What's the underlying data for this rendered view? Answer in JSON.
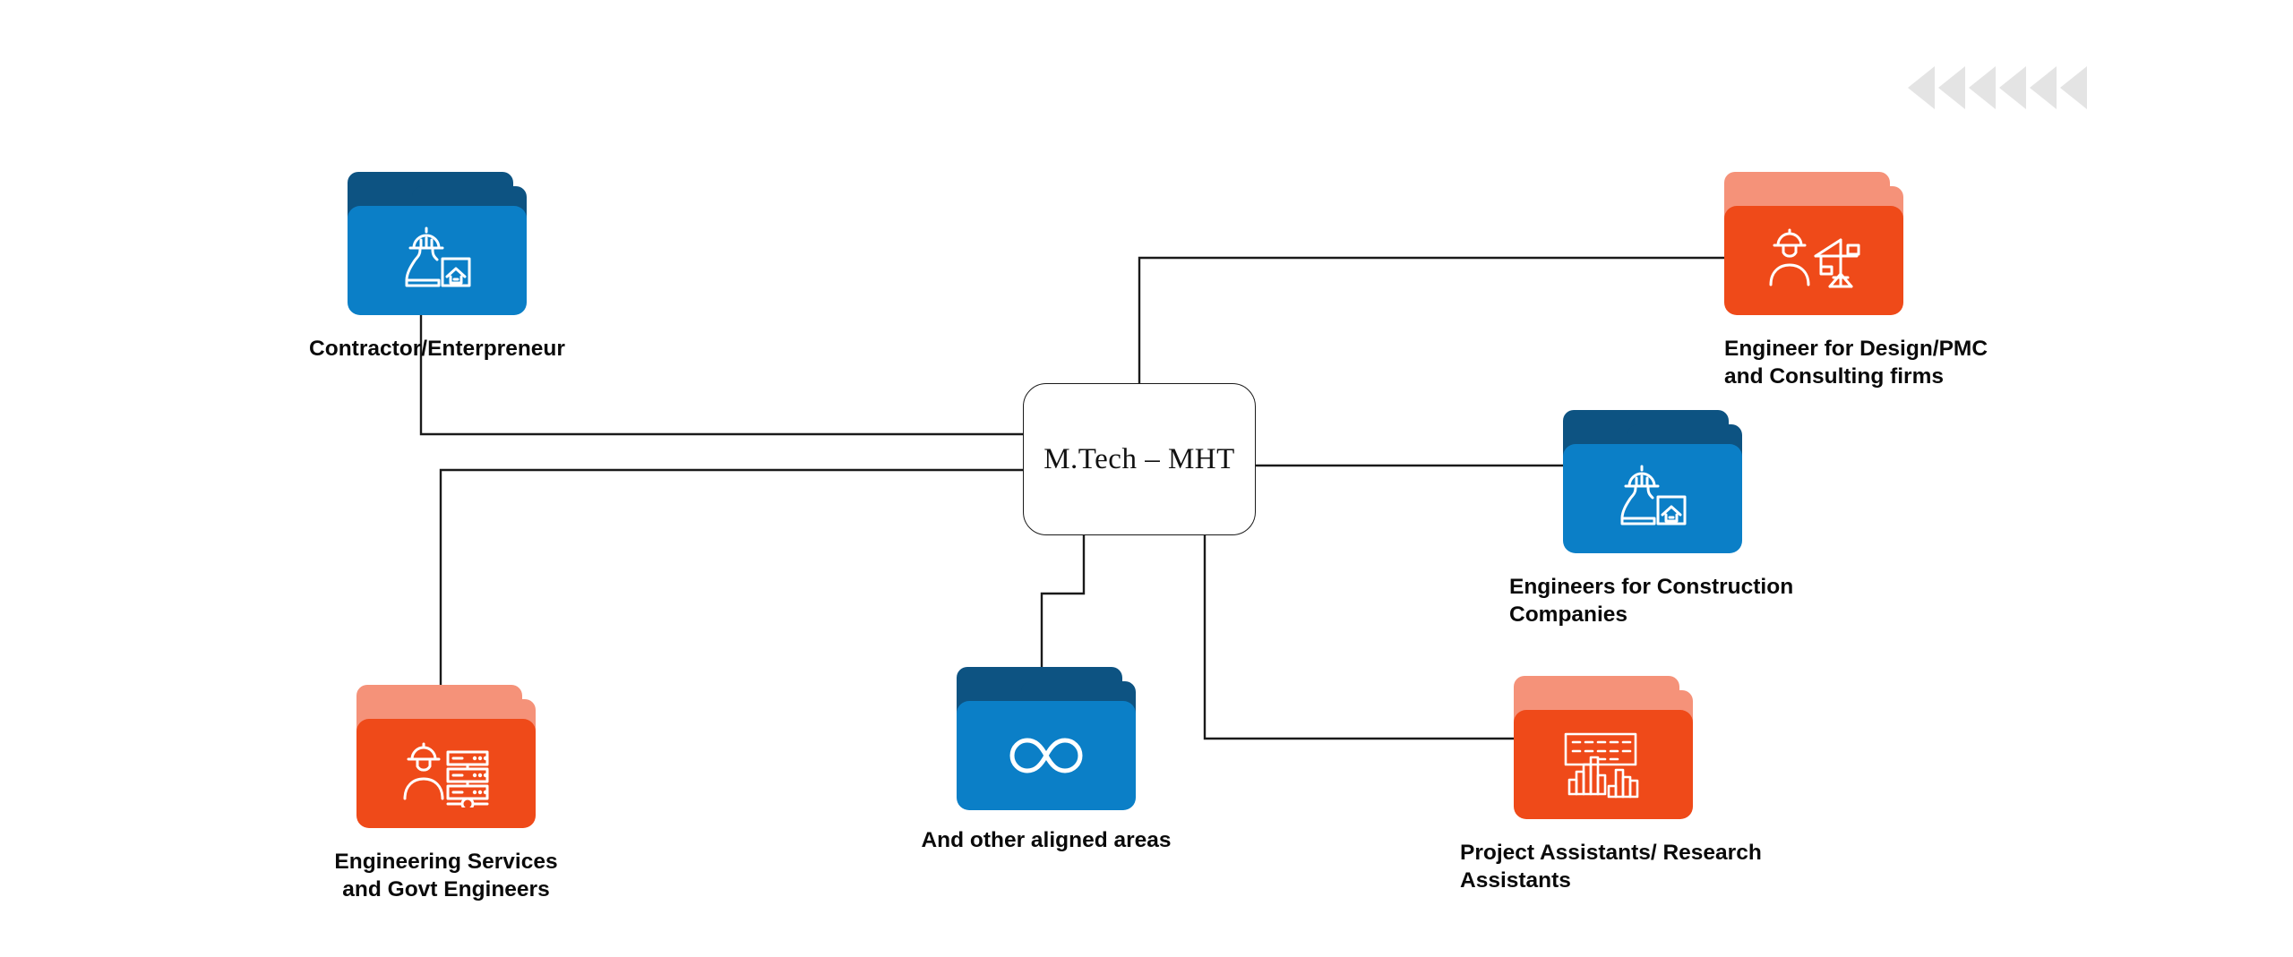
{
  "diagram": {
    "title": "M.Tech - MHT career pathways",
    "center": {
      "label": "M.Tech – MHT",
      "shape": "rounded-rectangle",
      "border_color": "#1a1a1a",
      "fill_color": "#ffffff"
    },
    "colors": {
      "blue_body": "#0b7fc7",
      "blue_tab": "#0d5382",
      "orange_body": "#ef4a19",
      "orange_tab": "#f59279",
      "connector": "#1a1a1a",
      "decor_arrow": "#e4e4e4",
      "label_text": "#0a0a0a",
      "background": "#ffffff"
    },
    "decor": {
      "name": "arrow-strip",
      "glyph": "triangle-left-icon",
      "count": 6,
      "color": "#e4e4e4"
    },
    "nodes": [
      {
        "id": "contractor",
        "label": "Contractor/Enterpreneur",
        "color": "blue",
        "icon": "worker-blueprint-icon",
        "label_align": "center"
      },
      {
        "id": "design-pmc",
        "label": "Engineer for Design/PMC\nand Consulting firms",
        "color": "orange",
        "icon": "worker-crane-icon",
        "label_align": "left"
      },
      {
        "id": "construction-companies",
        "label": "Engineers for Construction\nCompanies",
        "color": "blue",
        "icon": "worker-blueprint-icon",
        "label_align": "left"
      },
      {
        "id": "engineering-services",
        "label": "Engineering Services\nand Govt Engineers",
        "color": "orange",
        "icon": "worker-server-icon",
        "label_align": "center"
      },
      {
        "id": "other-areas",
        "label": "And other aligned areas",
        "color": "blue",
        "icon": "infinity-icon",
        "label_align": "center"
      },
      {
        "id": "research-assistants",
        "label": "Project Assistants/ Research\nAssistants",
        "color": "orange",
        "icon": "research-chart-icon",
        "label_align": "left"
      }
    ]
  }
}
